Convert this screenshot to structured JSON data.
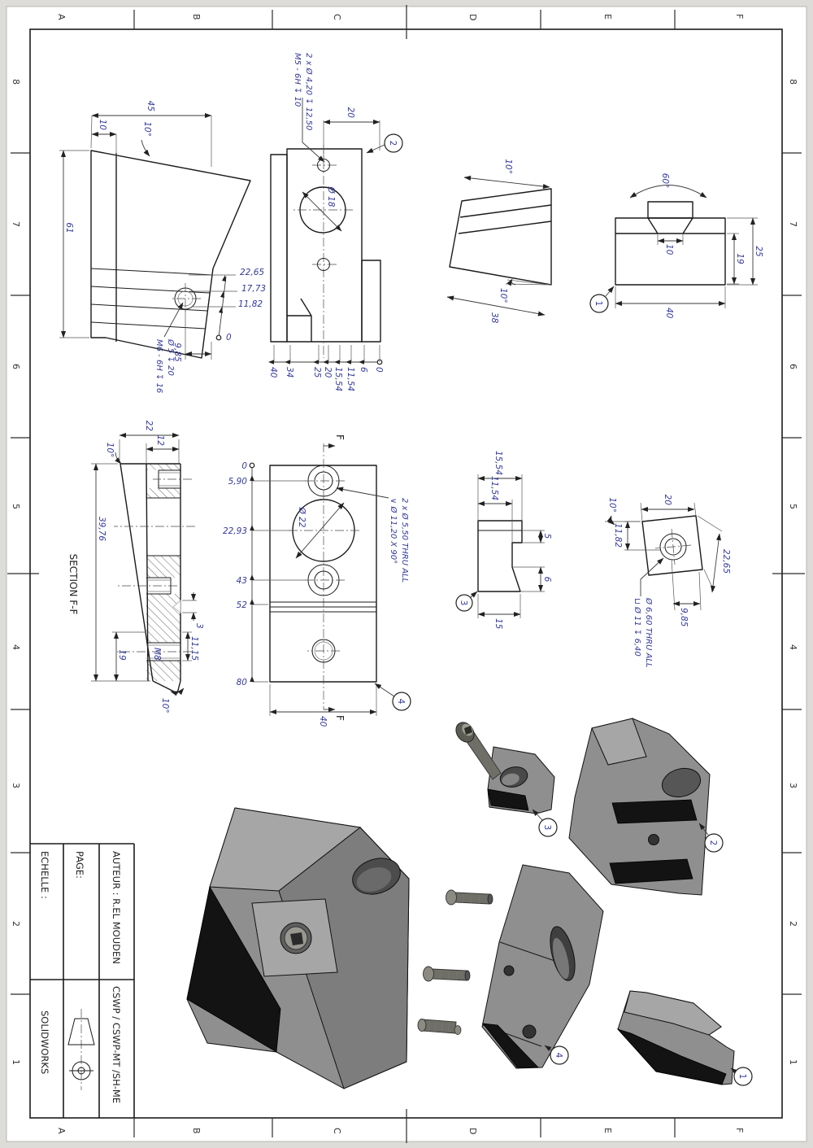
{
  "sheet": {
    "zone_letters": [
      "A",
      "B",
      "C",
      "D",
      "E",
      "F"
    ],
    "zone_numbers": [
      "8",
      "7",
      "6",
      "5",
      "4",
      "3",
      "2",
      "1"
    ]
  },
  "title_block": {
    "author": "AUTEUR : R.EL MOUDEN",
    "page_label": "PAGE:",
    "scale_label": "ECHELLE :",
    "project_code": "CSWP / CSWP-MT /SH-ME",
    "brand": "SOLIDWORKS"
  },
  "views": {
    "jaw_side": {
      "d45": "45",
      "d10": "10",
      "a10": "10°",
      "d61": "61",
      "ord": [
        "22,65",
        "17,73",
        "11,82",
        "0"
      ],
      "d985": "9,85",
      "note1": "Ø 5 ↧ 20",
      "note2": "M6 - 6H ↧ 16"
    },
    "jaw_front": {
      "note1": "2 x Ø 4,20 ↧ 12,50",
      "note2": "M5 - 6H ↧ 10",
      "d20": "20",
      "hole": "Ø 18",
      "balloon": "2",
      "ord": [
        "0",
        "6",
        "11,54",
        "15,54",
        "20",
        "25",
        "34",
        "40"
      ]
    },
    "jaw_top": {
      "a10t": "10°",
      "d38": "38",
      "a10b": "10°"
    },
    "vblock": {
      "a60": "60°",
      "d10": "10",
      "d19": "19",
      "d25": "25",
      "d40": "40",
      "balloon": "1"
    },
    "section": {
      "title": "SECTION F-F",
      "d22": "22",
      "d12": "12",
      "a10t": "10°",
      "d3976": "39,76",
      "d3": "3",
      "d1115": "11,15",
      "m8": "M8",
      "d19": "19",
      "a10b": "10°"
    },
    "plate": {
      "ord": [
        "0",
        "5,90",
        "22,93",
        "43",
        "52",
        "80"
      ],
      "hole": "Ø 22",
      "note1": "2 x Ø 5,50 THRU ALL",
      "note2": "∨ Ø 11,20 X 90°",
      "d40": "40",
      "balloon": "4",
      "f": "F"
    },
    "clamp": {
      "d1554": "15,54",
      "d1154": "11,54",
      "d5": "5",
      "d6": "6",
      "d15": "15",
      "balloon": "3"
    },
    "nut_plate": {
      "a10": "10°",
      "d20": "20",
      "d1182": "11,82",
      "d2265": "22,65",
      "d985": "9,85",
      "note1": "Ø 6,60 THRU ALL",
      "note2": "⊔ Ø 11 ↧ 6,40"
    }
  },
  "exploded": {
    "b1": "1",
    "b2": "2",
    "b3": "3",
    "b4": "4"
  }
}
